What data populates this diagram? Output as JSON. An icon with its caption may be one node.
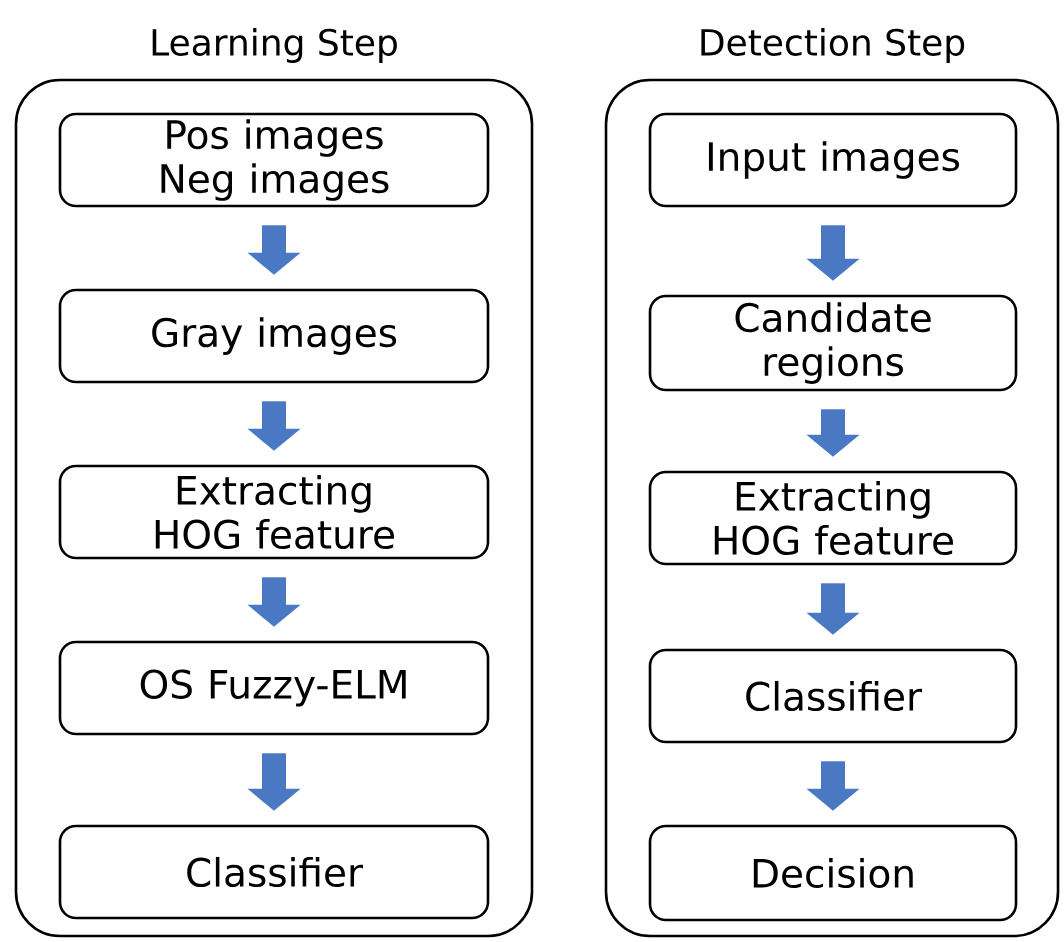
{
  "diagram": {
    "nodes": [
      {
        "text": [
          "Learning Step"
        ]
      },
      {
        "text": [
          "Pos images Neg images"
        ],
        "in": 0
      },
      {
        "text": [
          "Gray images"
        ],
        "in": 0
      },
      {
        "text": [
          "Extracting HOG feature"
        ],
        "in": 0
      },
      {
        "text": [
          "OS Fuzzy-ELM"
        ],
        "in": 0
      },
      {
        "text": [
          "Classifier"
        ],
        "in": 0
      },
      {
        "text": [
          "Detection Step"
        ]
      },
      {
        "text": [
          "Input images"
        ],
        "in": 6
      },
      {
        "text": [
          "Candidate regions"
        ],
        "in": 6
      },
      {
        "text": [
          "Extracting HOG feature"
        ],
        "in": 6
      },
      {
        "text": [
          "Classifier"
        ],
        "in": 6
      },
      {
        "text": [
          "Decision"
        ],
        "in": 6
      }
    ],
    "edges": [
      {
        "from": 1,
        "to": 2,
        "arrow": "to"
      },
      {
        "from": 2,
        "to": 3,
        "arrow": "to"
      },
      {
        "from": 3,
        "to": 4,
        "arrow": "to"
      },
      {
        "from": 4,
        "to": 5,
        "arrow": "to"
      },
      {
        "from": 7,
        "to": 8,
        "arrow": "to"
      },
      {
        "from": 8,
        "to": 9,
        "arrow": "to"
      },
      {
        "from": 9,
        "to": 10,
        "arrow": "to"
      },
      {
        "from": 10,
        "to": 11,
        "arrow": "to"
      }
    ]
  }
}
